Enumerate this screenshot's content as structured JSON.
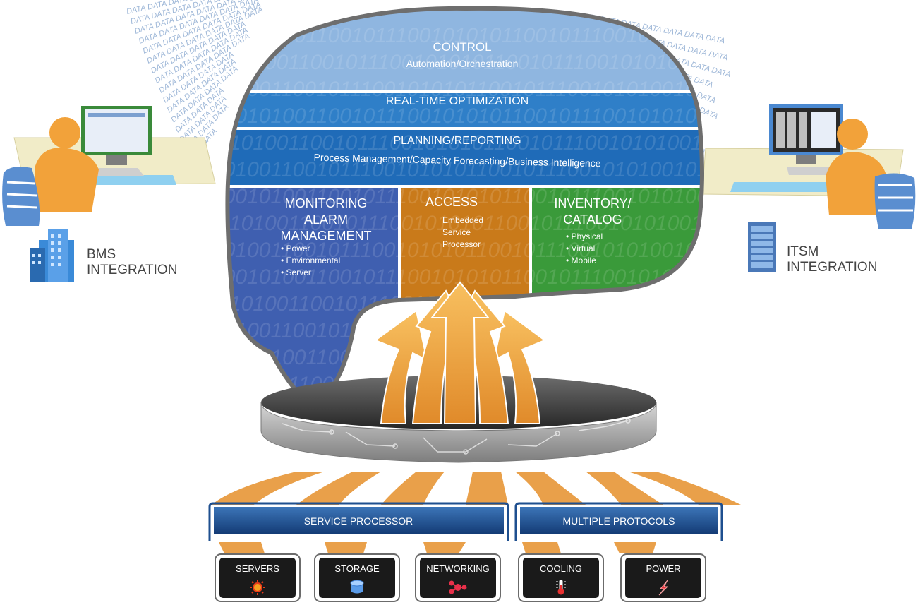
{
  "data_stream_word": "DATA",
  "binary_pattern": "1001010011001011100101010110010111001010",
  "layers": {
    "control": {
      "title": "CONTROL",
      "subtitle": "Automation/Orchestration"
    },
    "optimization": {
      "title": "REAL-TIME OPTIMIZATION"
    },
    "planning": {
      "title": "PLANNING/REPORTING",
      "subtitle": "Process Management/Capacity Forecasting/Business Intelligence"
    }
  },
  "columns": {
    "monitoring": {
      "title_lines": [
        "MONITORING",
        "ALARM",
        "MANAGEMENT"
      ],
      "bullets": [
        "• Power",
        "• Environmental",
        "• Server"
      ]
    },
    "access": {
      "title": "ACCESS",
      "desc_lines": [
        "Embedded",
        "Service",
        "Processor"
      ]
    },
    "inventory": {
      "title_lines": [
        "INVENTORY/",
        "CATALOG"
      ],
      "bullets": [
        "• Physical",
        "• Virtual",
        "• Mobile"
      ]
    }
  },
  "integrations": {
    "bms": {
      "line1": "BMS",
      "line2": "INTEGRATION"
    },
    "itsm": {
      "line1": "ITSM",
      "line2": "INTEGRATION"
    }
  },
  "banners": {
    "service_processor": "SERVICE PROCESSOR",
    "multiple_protocols": "MULTIPLE PROTOCOLS"
  },
  "devices": [
    {
      "label": "SERVERS",
      "icon": "sun-gear-icon"
    },
    {
      "label": "STORAGE",
      "icon": "database-icon"
    },
    {
      "label": "NETWORKING",
      "icon": "network-node-icon"
    },
    {
      "label": "COOLING",
      "icon": "thermometer-icon"
    },
    {
      "label": "POWER",
      "icon": "lightning-icon"
    }
  ],
  "colors": {
    "control_blue": "#8fb6e0",
    "optimization_blue": "#2f7fc8",
    "planning_blue": "#1f6bb8",
    "monitoring_blue": "#3f5fb0",
    "access_orange": "#c97a1a",
    "inventory_green": "#3a9a3a",
    "arrow_orange": "#f0a040",
    "banner_blue": "#1e4f8f",
    "device_box": "#1a1a1a"
  }
}
